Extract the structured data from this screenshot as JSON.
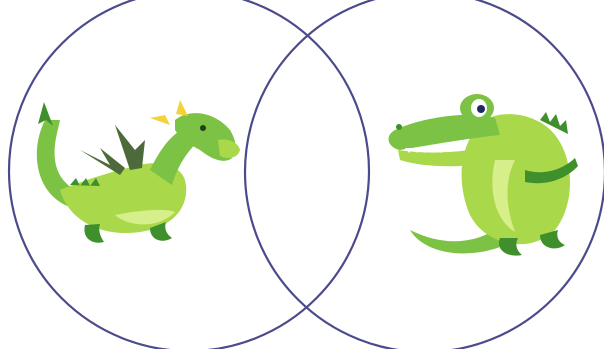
{
  "diagram": {
    "type": "venn",
    "circles": [
      {
        "id": "left",
        "content": "dragon-illustration"
      },
      {
        "id": "right",
        "content": "crocodile-illustration"
      }
    ],
    "overlap": {
      "content": "empty"
    }
  },
  "colors": {
    "background": "#ffffff",
    "circle_stroke": "#4a4a8c",
    "green_light": "#a9d84a",
    "green_mid": "#7cc244",
    "green_dark": "#3f8f2c",
    "horn_yellow": "#f2d43a",
    "wing_dark": "#4d6b3a"
  }
}
